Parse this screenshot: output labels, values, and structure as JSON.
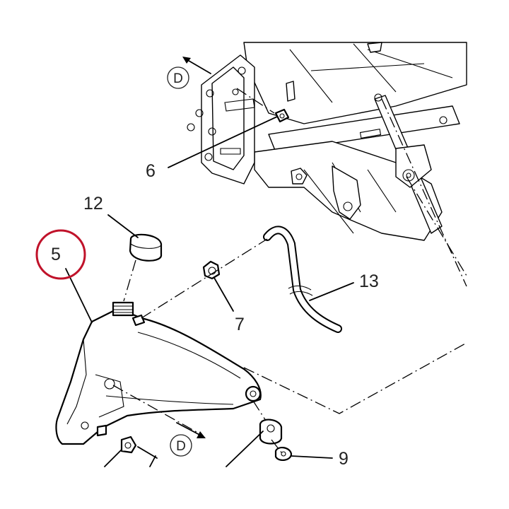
{
  "callouts": {
    "part_5": "5",
    "part_6": "6",
    "part_7": "7",
    "part_9": "9",
    "part_12": "12",
    "part_13": "13"
  },
  "direction_marks": {
    "upper": "D",
    "lower": "D"
  },
  "colors": {
    "line": "#000000",
    "text": "#222222",
    "highlight_circle": "#c0122a",
    "background": "#ffffff"
  }
}
